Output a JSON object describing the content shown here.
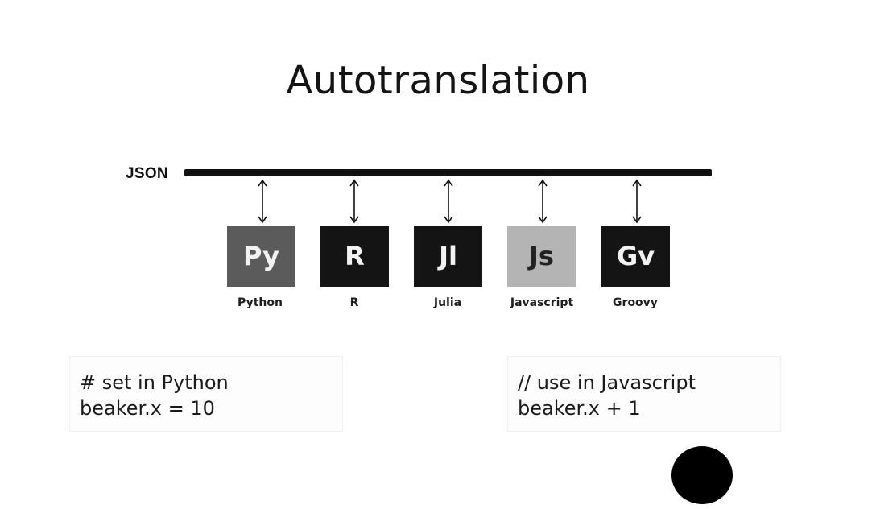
{
  "slide": {
    "title": "Autotranslation",
    "bus_label": "JSON",
    "languages": [
      {
        "abbr": "Py",
        "name": "Python",
        "color": "#5b5b5b"
      },
      {
        "abbr": "R",
        "name": "R",
        "color": "#141414"
      },
      {
        "abbr": "Jl",
        "name": "Julia",
        "color": "#141414"
      },
      {
        "abbr": "Js",
        "name": "Javascript",
        "color": "#b4b4b4",
        "text_color": "#222222"
      },
      {
        "abbr": "Gv",
        "name": "Groovy",
        "color": "#141414"
      }
    ],
    "code_left": {
      "line1": "# set in Python",
      "line2": "beaker.x = 10"
    },
    "code_right": {
      "line1": "// use in Javascript",
      "line2": "beaker.x + 1"
    }
  }
}
